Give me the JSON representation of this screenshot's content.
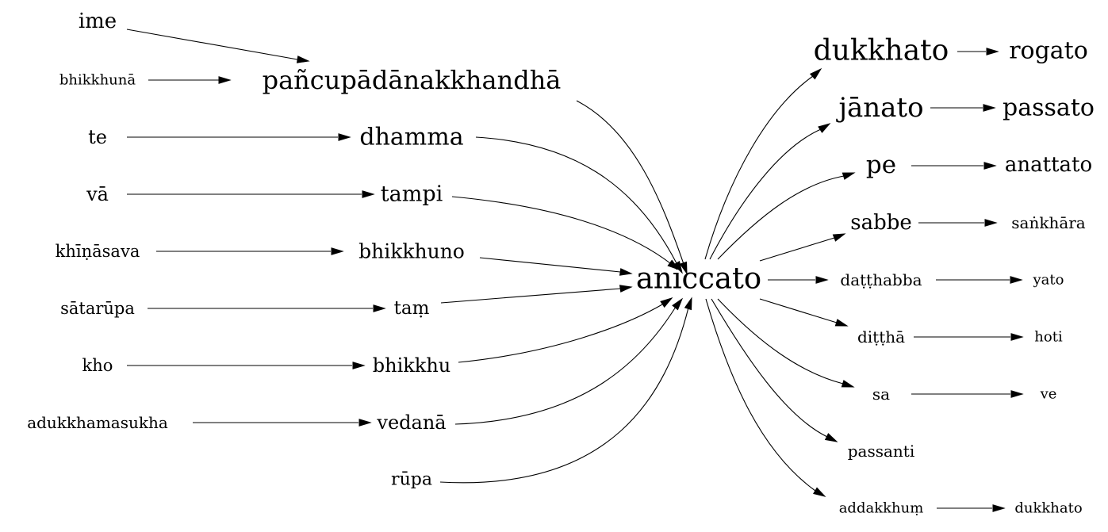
{
  "graph": {
    "center": "aniccato",
    "nodes": [
      {
        "id": "ime",
        "label": "ime"
      },
      {
        "id": "bhikkhuna",
        "label": "bhikkhunā"
      },
      {
        "id": "pancupadanakkhandha",
        "label": "pañcupādānakkhandhā"
      },
      {
        "id": "te",
        "label": "te"
      },
      {
        "id": "dhamma",
        "label": "dhamma"
      },
      {
        "id": "va",
        "label": "vā"
      },
      {
        "id": "tampi",
        "label": "tampi"
      },
      {
        "id": "khinasava",
        "label": "khīṇāsava"
      },
      {
        "id": "bhikkhuno",
        "label": "bhikkhuno"
      },
      {
        "id": "satarupa",
        "label": "sātarūpa"
      },
      {
        "id": "tam",
        "label": "taṃ"
      },
      {
        "id": "kho",
        "label": "kho"
      },
      {
        "id": "bhikkhu",
        "label": "bhikkhu"
      },
      {
        "id": "adukkhamasukha",
        "label": "adukkhamasukha"
      },
      {
        "id": "vedana",
        "label": "vedanā"
      },
      {
        "id": "rupa",
        "label": "rūpa"
      },
      {
        "id": "aniccato",
        "label": "aniccato"
      },
      {
        "id": "dukkhato1",
        "label": "dukkhato"
      },
      {
        "id": "rogato",
        "label": "rogato"
      },
      {
        "id": "janato",
        "label": "jānato"
      },
      {
        "id": "passato",
        "label": "passato"
      },
      {
        "id": "pe",
        "label": "pe"
      },
      {
        "id": "anattato",
        "label": "anattato"
      },
      {
        "id": "sabbe",
        "label": "sabbe"
      },
      {
        "id": "sankhara",
        "label": "saṅkhāra"
      },
      {
        "id": "datthabba",
        "label": "daṭṭhabba"
      },
      {
        "id": "yato",
        "label": "yato"
      },
      {
        "id": "ditttha",
        "label": "diṭṭhā"
      },
      {
        "id": "hoti",
        "label": "hoti"
      },
      {
        "id": "sa",
        "label": "sa"
      },
      {
        "id": "ve",
        "label": "ve"
      },
      {
        "id": "passanti",
        "label": "passanti"
      },
      {
        "id": "addakkhum",
        "label": "addakkhuṃ"
      },
      {
        "id": "dukkhato2",
        "label": "dukkhato"
      }
    ],
    "edges": [
      {
        "from": "ime",
        "to": "pancupadanakkhandha"
      },
      {
        "from": "bhikkhuna",
        "to": "pancupadanakkhandha"
      },
      {
        "from": "te",
        "to": "dhamma"
      },
      {
        "from": "va",
        "to": "tampi"
      },
      {
        "from": "khinasava",
        "to": "bhikkhuno"
      },
      {
        "from": "satarupa",
        "to": "tam"
      },
      {
        "from": "kho",
        "to": "bhikkhu"
      },
      {
        "from": "adukkhamasukha",
        "to": "vedana"
      },
      {
        "from": "pancupadanakkhandha",
        "to": "aniccato"
      },
      {
        "from": "dhamma",
        "to": "aniccato"
      },
      {
        "from": "tampi",
        "to": "aniccato"
      },
      {
        "from": "bhikkhuno",
        "to": "aniccato"
      },
      {
        "from": "tam",
        "to": "aniccato"
      },
      {
        "from": "bhikkhu",
        "to": "aniccato"
      },
      {
        "from": "vedana",
        "to": "aniccato"
      },
      {
        "from": "rupa",
        "to": "aniccato"
      },
      {
        "from": "aniccato",
        "to": "dukkhato1"
      },
      {
        "from": "aniccato",
        "to": "janato"
      },
      {
        "from": "aniccato",
        "to": "pe"
      },
      {
        "from": "aniccato",
        "to": "sabbe"
      },
      {
        "from": "aniccato",
        "to": "datthabba"
      },
      {
        "from": "aniccato",
        "to": "ditttha"
      },
      {
        "from": "aniccato",
        "to": "sa"
      },
      {
        "from": "aniccato",
        "to": "passanti"
      },
      {
        "from": "aniccato",
        "to": "addakkhum"
      },
      {
        "from": "dukkhato1",
        "to": "rogato"
      },
      {
        "from": "janato",
        "to": "passato"
      },
      {
        "from": "pe",
        "to": "anattato"
      },
      {
        "from": "sabbe",
        "to": "sankhara"
      },
      {
        "from": "datthabba",
        "to": "yato"
      },
      {
        "from": "ditttha",
        "to": "hoti"
      },
      {
        "from": "sa",
        "to": "ve"
      },
      {
        "from": "addakkhum",
        "to": "dukkhato2"
      }
    ]
  }
}
